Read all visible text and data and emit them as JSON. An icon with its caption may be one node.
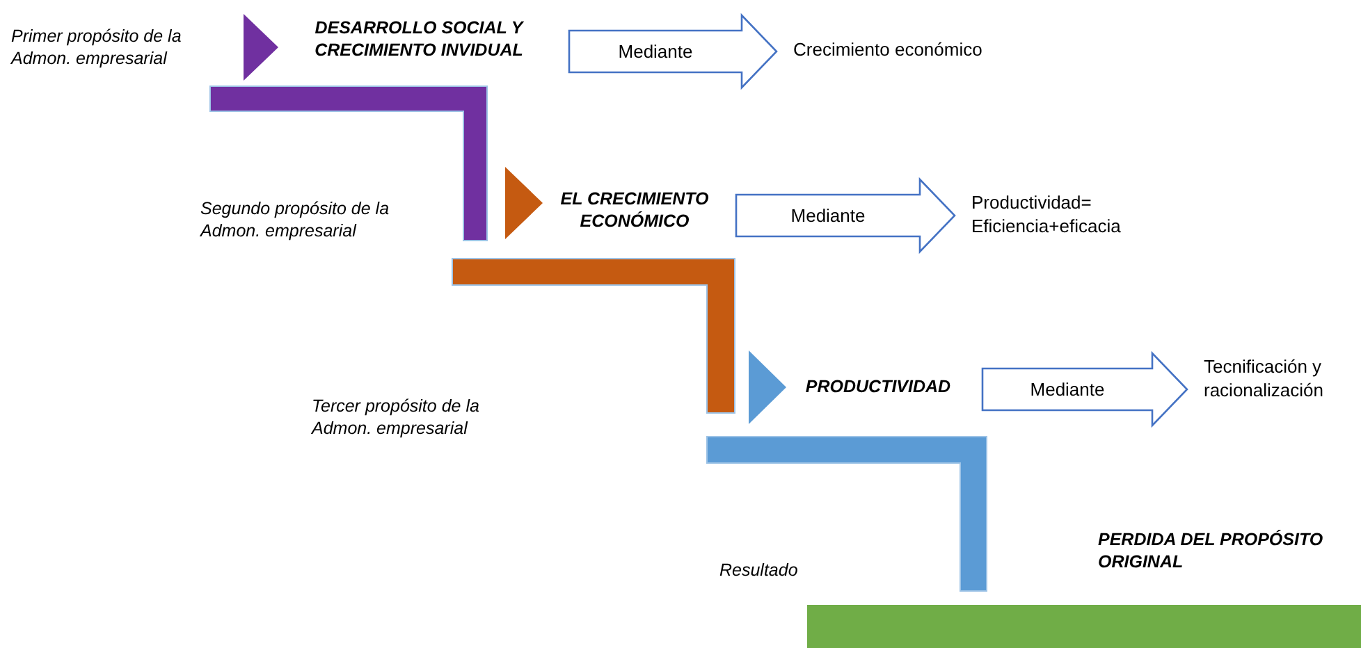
{
  "diagram": {
    "nodes": [
      {
        "text": [
          "Primer propósito de la Admon. empresarial"
        ]
      },
      {
        "text": [
          "DESARROLLO SOCIAL Y CRECIMIENTO INVIDUAL"
        ]
      },
      {
        "text": [
          "Crecimiento económico"
        ]
      },
      {
        "text": [
          "Segundo propósito de la Admon. empresarial"
        ]
      },
      {
        "text": [
          "EL CRECIMIENTO ECONÓMICO"
        ]
      },
      {
        "text": [
          "Productividad= Eficiencia+eficacia"
        ]
      },
      {
        "text": [
          "Tercer propósito de la Admon. empresarial"
        ]
      },
      {
        "text": [
          "PRODUCTIVIDAD"
        ]
      },
      {
        "text": [
          "Tecnificación y racionalización"
        ]
      },
      {
        "text": [],
        "shape": "bar"
      }
    ],
    "edges": [
      {
        "from": 1,
        "to": 2,
        "arrow": "to",
        "label": "Mediante"
      },
      {
        "from": 4,
        "to": 5,
        "arrow": "to",
        "label": "Mediante"
      },
      {
        "from": 7,
        "to": 8,
        "arrow": "to",
        "label": "Mediante"
      }
    ],
    "labels": [
      "Resultado",
      "PERDIDA DEL PROPÓSITO ORIGINAL"
    ]
  }
}
